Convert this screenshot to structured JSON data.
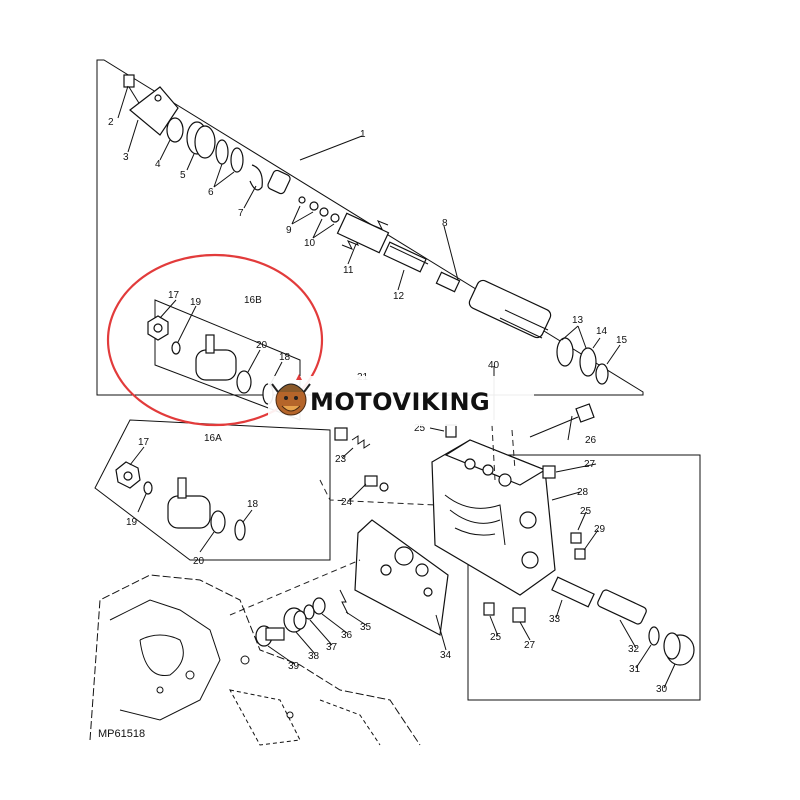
{
  "labels": {
    "1": "1",
    "2": "2",
    "3": "3",
    "4": "4",
    "5": "5",
    "6": "6",
    "7": "7",
    "8": "8",
    "9": "9",
    "10": "10",
    "11": "11",
    "12": "12",
    "13": "13",
    "14": "14",
    "15": "15",
    "16A": "16A",
    "16B": "16B",
    "17a": "17",
    "17b": "17",
    "18a": "18",
    "18b": "18",
    "19a": "19",
    "19b": "19",
    "20a": "20",
    "20b": "20",
    "21": "21",
    "23": "23",
    "24": "24",
    "25a": "25",
    "25b": "25",
    "25c": "25",
    "26": "26",
    "27a": "27",
    "27b": "27",
    "28": "28",
    "29": "29",
    "30": "30",
    "31": "31",
    "32": "32",
    "33": "33",
    "34": "34",
    "35": "35",
    "36": "36",
    "37": "37",
    "38": "38",
    "39": "39",
    "40": "40"
  },
  "figure_id": "MP61518",
  "watermark": "MOTOVIKING",
  "highlight_color": "#e23b3b"
}
